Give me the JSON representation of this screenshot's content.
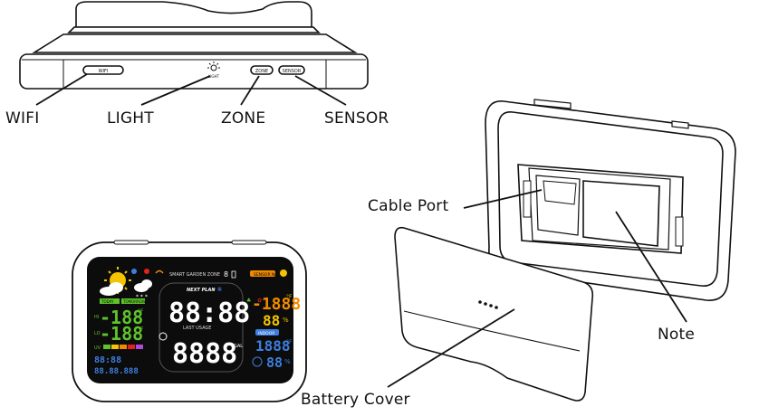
{
  "top_device": {
    "button_labels": [
      "WIFI",
      "ZONE",
      "SENSOR"
    ],
    "light_sensor_text": "LIGHT"
  },
  "callouts": {
    "wifi": "WIFI",
    "light": "LIGHT",
    "zone": "ZONE",
    "sensor": "SENSOR",
    "cable_port": "Cable Port",
    "note": "Note",
    "battery_cover": "Battery Cover"
  },
  "display": {
    "header_text": "SMART GARDEN ZONE",
    "zone_number": "8",
    "sensor_badge": "SENSOR NO.",
    "next_plan": "NEXT PLAN",
    "last_usage": "LAST USAGE",
    "big_time": "88:88",
    "big_usage": "8888",
    "gal_unit": "GAL",
    "today_tab": "TODAY",
    "tomorrow_tab": "TOMORROW",
    "hi_temp": "-188",
    "lo_temp": "-188",
    "deg_unit": "°F",
    "date_time": "88:88",
    "date_line": "88.88.888",
    "sensor_temp": "-1888",
    "sensor_hum": "88",
    "indoor_badge": "INDOOR",
    "indoor_temp": "1888",
    "indoor_hum": "88",
    "pct": "%",
    "colors": {
      "green": "#5ec42b",
      "yellow": "#f5c400",
      "blue": "#3d7fe0",
      "red": "#e2231a",
      "orange": "#f08a00"
    }
  }
}
